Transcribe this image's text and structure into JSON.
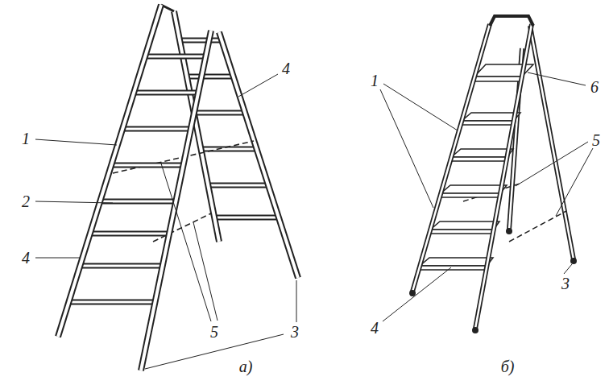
{
  "diagram": {
    "labels": [
      "1",
      "4",
      "2",
      "4",
      "5",
      "3",
      "а)",
      "1",
      "6",
      "5",
      "4",
      "3",
      "б)"
    ]
  }
}
